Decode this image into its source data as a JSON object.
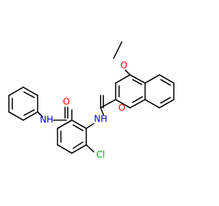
{
  "molecule": {
    "atoms": {
      "methoxy_oxygen": "O",
      "naphthoyl_carbonyl_oxygen": "O",
      "amide_nh_right": "NH",
      "benzoyl_carbonyl_oxygen": "O",
      "amide_nh_left": "NH",
      "chlorine": "Cl"
    },
    "colors": {
      "oxygen": "#ff0000",
      "nitrogen": "#0000ff",
      "chlorine": "#00b000",
      "bond": "#000000"
    }
  }
}
